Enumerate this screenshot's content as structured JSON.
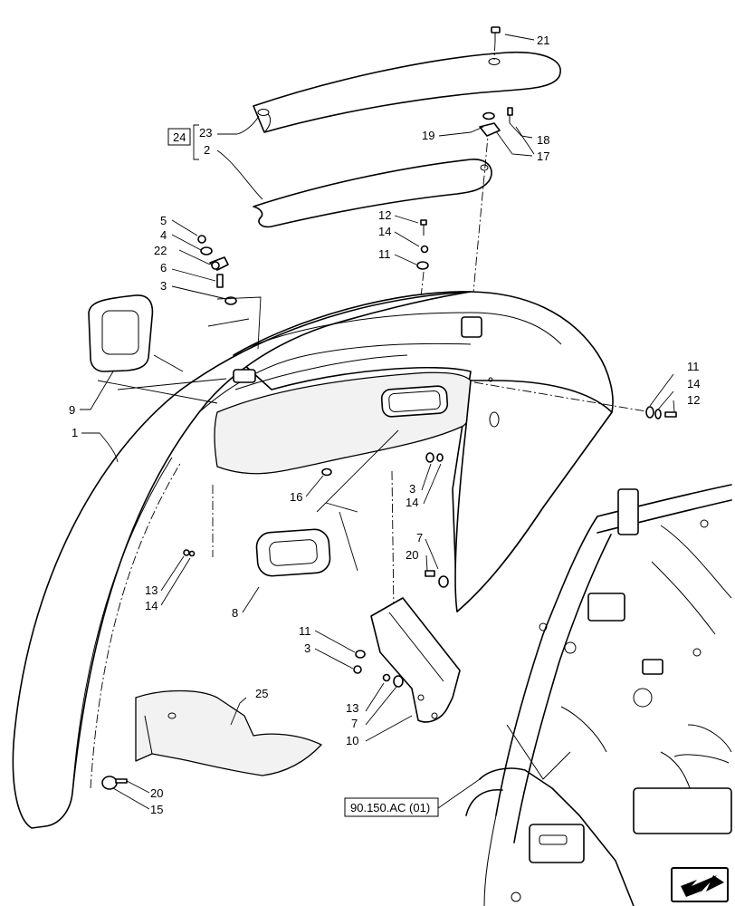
{
  "reference_box": {
    "text": "90.150.AC (01)"
  },
  "group_box": {
    "text": "24"
  },
  "callouts": [
    {
      "id": "c21",
      "text": "21"
    },
    {
      "id": "c23",
      "text": "23"
    },
    {
      "id": "c2",
      "text": "2"
    },
    {
      "id": "c19",
      "text": "19"
    },
    {
      "id": "c18",
      "text": "18"
    },
    {
      "id": "c17",
      "text": "17"
    },
    {
      "id": "c5",
      "text": "5"
    },
    {
      "id": "c4",
      "text": "4"
    },
    {
      "id": "c22",
      "text": "22"
    },
    {
      "id": "c6",
      "text": "6"
    },
    {
      "id": "c3a",
      "text": "3"
    },
    {
      "id": "c12a",
      "text": "12"
    },
    {
      "id": "c14a",
      "text": "14"
    },
    {
      "id": "c11a",
      "text": "11"
    },
    {
      "id": "c9",
      "text": "9"
    },
    {
      "id": "c1",
      "text": "1"
    },
    {
      "id": "c11b",
      "text": "11"
    },
    {
      "id": "c14b",
      "text": "14"
    },
    {
      "id": "c12b",
      "text": "12"
    },
    {
      "id": "c16",
      "text": "16"
    },
    {
      "id": "c3b",
      "text": "3"
    },
    {
      "id": "c14c",
      "text": "14"
    },
    {
      "id": "c7a",
      "text": "7"
    },
    {
      "id": "c20a",
      "text": "20"
    },
    {
      "id": "c13a",
      "text": "13"
    },
    {
      "id": "c14d",
      "text": "14"
    },
    {
      "id": "c8",
      "text": "8"
    },
    {
      "id": "c11c",
      "text": "11"
    },
    {
      "id": "c3c",
      "text": "3"
    },
    {
      "id": "c25",
      "text": "25"
    },
    {
      "id": "c13b",
      "text": "13"
    },
    {
      "id": "c7b",
      "text": "7"
    },
    {
      "id": "c10",
      "text": "10"
    },
    {
      "id": "c20b",
      "text": "20"
    },
    {
      "id": "c15",
      "text": "15"
    }
  ],
  "icons": {
    "nav": "arrow-down-left-icon"
  }
}
